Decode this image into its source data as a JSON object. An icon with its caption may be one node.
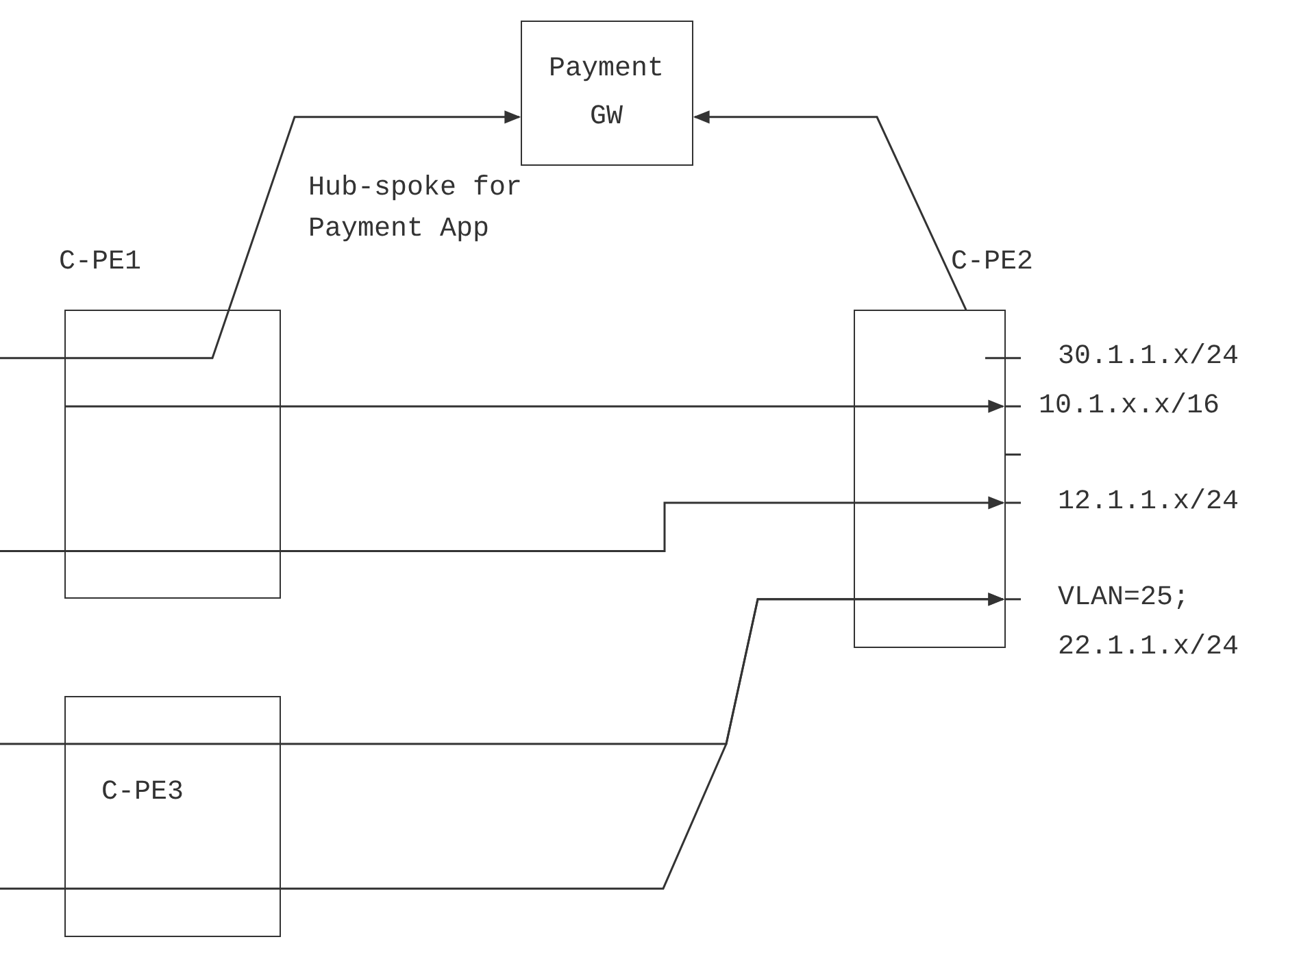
{
  "diagram": {
    "nodes": [
      {
        "text": [
          "Payment GW"
        ]
      },
      {
        "text": [
          "C-PE1"
        ]
      },
      {
        "text": [
          "C-PE2"
        ]
      },
      {
        "text": [
          "C-PE3"
        ]
      }
    ],
    "edges": [
      {
        "from": 1,
        "to": 0,
        "arrow": "to",
        "label": "Hub-spoke for Payment App"
      },
      {
        "from": 2,
        "to": 0,
        "arrow": "to"
      },
      {
        "from": 1,
        "to": 2,
        "arrow": "to"
      },
      {
        "from": 1,
        "to": 2,
        "arrow": "to"
      },
      {
        "from": 3,
        "to": 2,
        "arrow": "to"
      },
      {
        "from": 3,
        "to": 2,
        "arrow": "to"
      }
    ],
    "labels": [
      "30.1.1.x/24",
      "10.1.x.x/16",
      "12.1.1.x/24",
      "VLAN=25;",
      "22.1.1.x/24"
    ]
  }
}
